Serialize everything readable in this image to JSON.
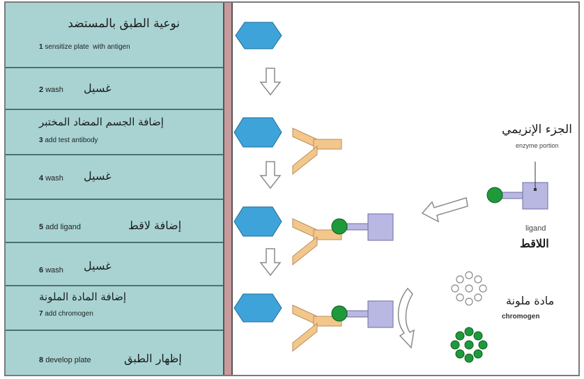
{
  "steps": [
    {
      "num": "1",
      "en": "sensitize plate",
      "en2": "with antigen",
      "ar": "نوعية الطبق بالمستضد"
    },
    {
      "num": "2",
      "en": "wash",
      "ar": "غسيل"
    },
    {
      "num": "3",
      "en": "add test antibody",
      "ar": "إضافة الجسم المضاد المختبر"
    },
    {
      "num": "4",
      "en": "wash",
      "ar": "غسيل"
    },
    {
      "num": "5",
      "en": "add ligand",
      "ar": "إضافة لاقط"
    },
    {
      "num": "6",
      "en": "wash",
      "ar": "غسيل"
    },
    {
      "num": "7",
      "en": "add chromogen",
      "ar": "إضافة المادة الملونة"
    },
    {
      "num": "8",
      "en": "develop plate",
      "ar": "إظهار الطبق"
    }
  ],
  "labels": {
    "enzyme_ar": "الجزء الإنزيمي",
    "enzyme_en": "enzyme portion",
    "ligand_en": "ligand",
    "ligand_ar": "اللاقط",
    "chromogen_ar": "مادة ملونة",
    "chromogen_en": "chromogen"
  },
  "colors": {
    "step_bg": "#a9d3d3",
    "antigen": "#3ea3d9",
    "antibody": "#f3c78c",
    "ligand_dot": "#1f9a3a",
    "enzyme": "#b9b8e2",
    "divider": "#c79a9c"
  }
}
